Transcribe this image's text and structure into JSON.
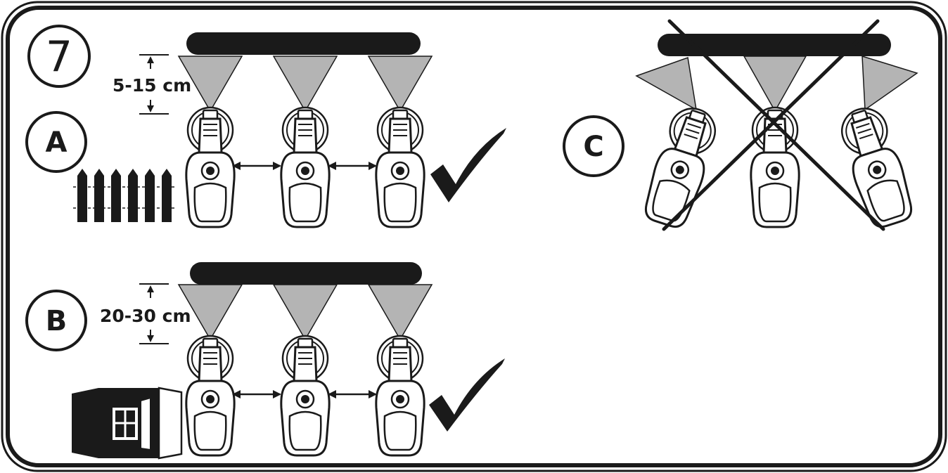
{
  "step_number": "7",
  "panels": [
    {
      "id": "A",
      "label": "A",
      "distance": "5-15 cm",
      "correct": true,
      "icon": "fence-icon"
    },
    {
      "id": "B",
      "label": "B",
      "distance": "20-30 cm",
      "correct": true,
      "icon": "house-wall-icon"
    },
    {
      "id": "C",
      "label": "C",
      "correct": false,
      "icon": "cross-icon"
    }
  ],
  "colors": {
    "ink": "#1a1a1a",
    "cone": "#b4b4b4",
    "background": "#ffffff"
  }
}
